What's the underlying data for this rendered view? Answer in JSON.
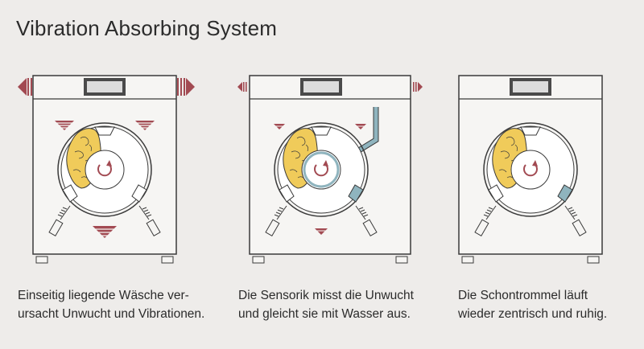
{
  "title": "Vibration Absorbing System",
  "panels": [
    {
      "caption_lines": [
        "Einseitig liegende Wäsche ver-",
        "ursacht Unwucht und Vibrationen."
      ]
    },
    {
      "caption_lines": [
        "Die Sensorik misst die Unwucht",
        "und gleicht sie mit Wasser aus."
      ]
    },
    {
      "caption_lines": [
        "Die Schontrommel läuft",
        "wieder zentrisch und ruhig."
      ]
    }
  ],
  "colors": {
    "background": "#eeecea",
    "line": "#3a3a3a",
    "vibration_arrows": "#a24a52",
    "laundry": "#f0cb5a",
    "water": "#8fb4be",
    "water_pipe": "#7da6b1"
  },
  "icons": [
    "vibration-arrow-icon",
    "rotation-arrow-icon",
    "laundry-icon",
    "water-pipe-icon",
    "sensor-ring-icon"
  ]
}
